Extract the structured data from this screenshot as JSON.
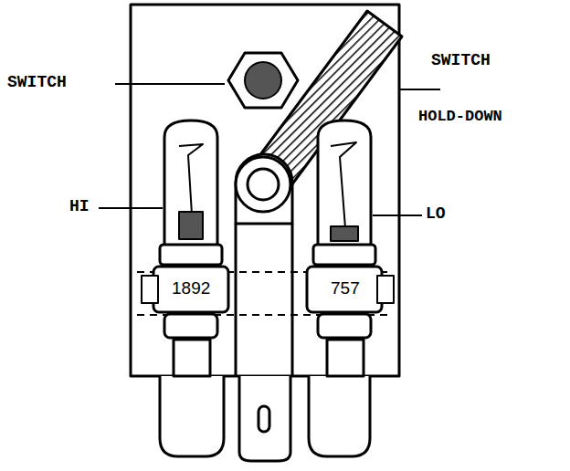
{
  "diagram": {
    "labels": [
      "SWITCH",
      "SWITCH",
      "HOLD-DOWN",
      "HI",
      "LO",
      "1892",
      "757"
    ]
  }
}
